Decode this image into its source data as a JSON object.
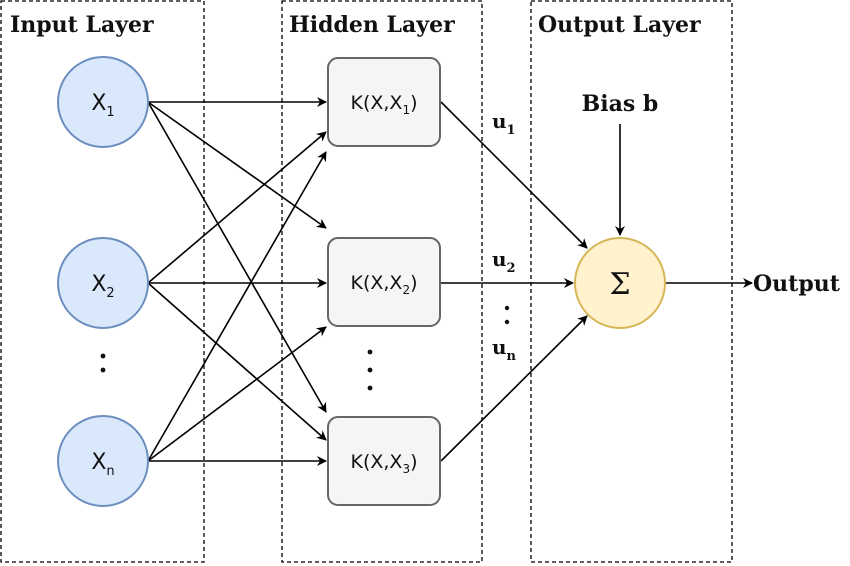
{
  "layers": {
    "input_title": "Input Layer",
    "hidden_title": "Hidden Layer",
    "output_title": "Output Layer"
  },
  "inputs": [
    {
      "main": "X",
      "sub": "1"
    },
    {
      "main": "X",
      "sub": "2"
    },
    {
      "main": "X",
      "sub": "n"
    }
  ],
  "input_ellipsis": "·\n·",
  "kernels": [
    {
      "main": "K(X,X",
      "sub": "1",
      "close": ")"
    },
    {
      "main": "K(X,X",
      "sub": "2",
      "close": ")"
    },
    {
      "main": "K(X,X",
      "sub": "3",
      "close": ")"
    }
  ],
  "weights": [
    {
      "main": "u",
      "sub": "1"
    },
    {
      "main": "u",
      "sub": "2"
    },
    {
      "main": "u",
      "sub": "n"
    }
  ],
  "sum_symbol": "Σ",
  "bias_label": "Bias b",
  "output_label": "Output",
  "colors": {
    "input_fill": "#dae8fc",
    "input_stroke": "#6c8ebf",
    "kernel_fill": "#f5f5f5",
    "kernel_stroke": "#666666",
    "sum_fill": "#fff2cc",
    "sum_stroke": "#d6b656"
  }
}
